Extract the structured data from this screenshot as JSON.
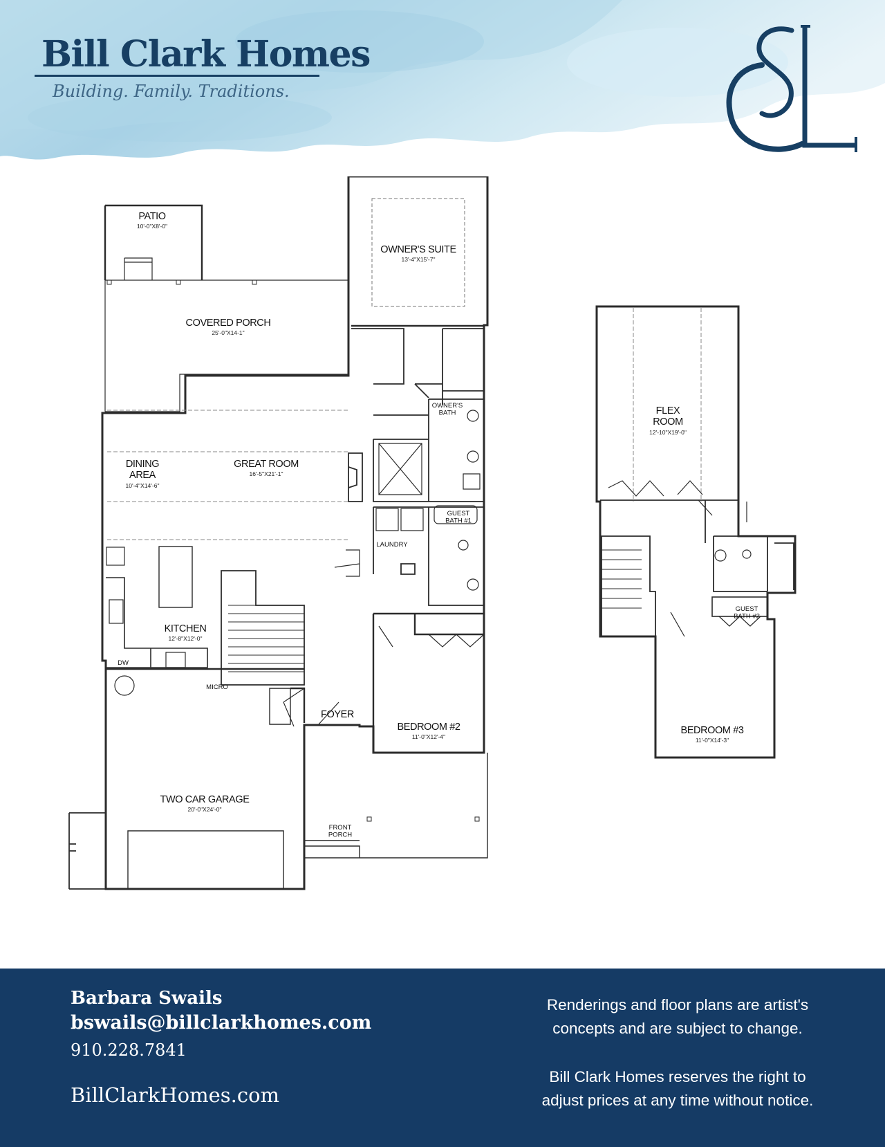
{
  "brand": {
    "name": "Bill Clark Homes",
    "tagline": "Building. Family. Traditions.",
    "monogram": "SL",
    "colors": {
      "navy": "#153b65",
      "brand_blue": "#173f63",
      "watercolor": "#bcdceb"
    }
  },
  "plan": {
    "first_floor": {
      "rooms": [
        {
          "id": "patio",
          "name": "PATIO",
          "dims": "10'-0\"X8'-0\""
        },
        {
          "id": "covered-porch",
          "name": "COVERED PORCH",
          "dims": "25'-0\"X14-1\""
        },
        {
          "id": "owners-suite",
          "name": "OWNER'S SUITE",
          "dims": "13'-4\"X15'-7\""
        },
        {
          "id": "owners-bath",
          "name": "OWNER'S\nBATH"
        },
        {
          "id": "dining-area",
          "name": "DINING\nAREA",
          "dims": "10'-4\"X14'-6\""
        },
        {
          "id": "great-room",
          "name": "GREAT ROOM",
          "dims": "16'-5\"X21'-1\""
        },
        {
          "id": "guest-bath-1",
          "name": "GUEST\nBATH #1"
        },
        {
          "id": "laundry",
          "name": "LAUNDRY"
        },
        {
          "id": "kitchen",
          "name": "KITCHEN",
          "dims": "12'-8\"X12'-0\""
        },
        {
          "id": "foyer",
          "name": "FOYER"
        },
        {
          "id": "bedroom-2",
          "name": "BEDROOM #2",
          "dims": "11'-0\"X12'-4\""
        },
        {
          "id": "two-car-garage",
          "name": "TWO CAR GARAGE",
          "dims": "20'-0\"X24'-0\""
        },
        {
          "id": "front-porch",
          "name": "FRONT\nPORCH"
        }
      ],
      "fixtures": {
        "dishwasher": "DW",
        "microwave": "MICRO"
      }
    },
    "second_floor": {
      "rooms": [
        {
          "id": "flex-room",
          "name": "FLEX\nROOM",
          "dims": "12'-10\"X19'-0\""
        },
        {
          "id": "guest-bath-2",
          "name": "GUEST\nBATH #2"
        },
        {
          "id": "bedroom-3",
          "name": "BEDROOM #3",
          "dims": "11'-0\"X14'-3\""
        }
      ]
    }
  },
  "footer": {
    "contact": {
      "name": "Barbara Swails",
      "email": "bswails@billclarkhomes.com",
      "phone": "910.228.7841",
      "website": "BillClarkHomes.com"
    },
    "disclaimer": {
      "line1": "Renderings and floor plans are artist's",
      "line2": "concepts and are subject to change.",
      "line3": "Bill Clark Homes reserves the right to",
      "line4": "adjust prices at any time without notice."
    }
  }
}
